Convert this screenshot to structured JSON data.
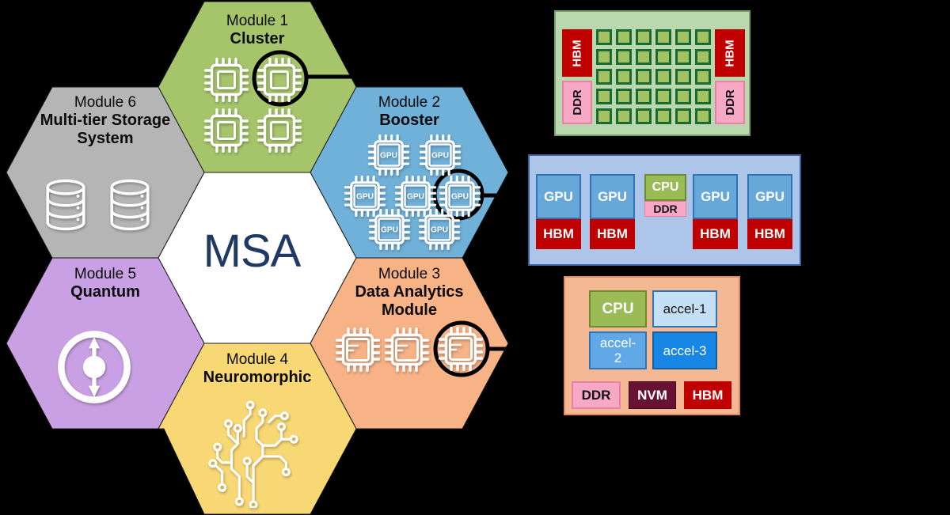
{
  "title_center": "MSA",
  "modules": [
    {
      "name": "Module 1",
      "type": "Cluster"
    },
    {
      "name": "Module 2",
      "type": "Booster"
    },
    {
      "name": "Module 3",
      "type": "Data Analytics Module"
    },
    {
      "name": "Module 4",
      "type": "Neuromorphic"
    },
    {
      "name": "Module 5",
      "type": "Quantum"
    },
    {
      "name": "Module 6",
      "type": "Multi-tier Storage System"
    }
  ],
  "labels": {
    "gpu": "GPU"
  },
  "boards": {
    "cluster": {
      "hbm_left": "HBM",
      "ddr_left": "DDR",
      "hbm_right": "HBM",
      "ddr_right": "DDR",
      "grid": {
        "rows": 5,
        "cols": 6
      }
    },
    "booster": {
      "gpu": "GPU",
      "hbm": "HBM",
      "cpu": "CPU",
      "ddr": "DDR"
    },
    "analytics": {
      "cpu": "CPU",
      "accel1": "accel-1",
      "accel2": "accel-2",
      "accel3": "accel-3",
      "ddr": "DDR",
      "nvm": "NVM",
      "hbm": "HBM"
    }
  },
  "colors": {
    "background": "#000000",
    "hex_cluster": "#a6c56a",
    "hex_booster": "#70b1d9",
    "hex_analytics": "#f7b286",
    "hex_neuromorphic": "#f8d875",
    "hex_quantum": "#c9a0e3",
    "hex_storage": "#b5b5b5",
    "hex_center": "#ffffff",
    "msa_text": "#1f3864",
    "hbm_red": "#c00000",
    "ddr_pink": "#f6a8c4",
    "cpu_green": "#9abb55",
    "gpu_blue": "#68a8d8",
    "nvm_maroon": "#671233",
    "accel1_blue": "#c5dff5",
    "accel2_blue": "#61a9e6",
    "accel3_blue": "#1786e4",
    "cluster_board_bg": "#b9d8ae",
    "booster_board_bg": "#adc5e8",
    "analytics_board_bg": "#f4b894"
  }
}
